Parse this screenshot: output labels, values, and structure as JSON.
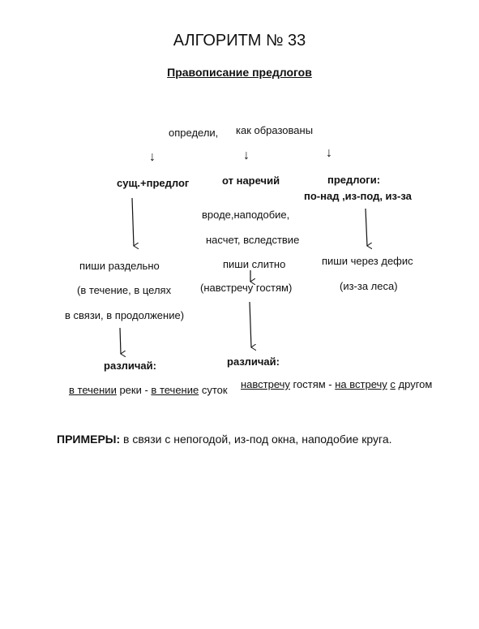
{
  "title": "АЛГОРИТМ № 33",
  "subtitle": "Правописание предлогов",
  "prompt": {
    "part1": "определи,",
    "part2": "как образованы"
  },
  "columns": [
    {
      "heading": "сущ.+предлог",
      "rule": "пиши раздельно",
      "example_line1": "(в течение, в целях",
      "example_line2": "в связи, в продолжение)",
      "distinguish": "различай:",
      "contrast": {
        "a": "в течении",
        "b": " реки - ",
        "c": "в течение",
        "d": " суток"
      }
    },
    {
      "heading": "от наречий",
      "words_line1": "вроде,наподобие,",
      "words_line2": "насчет, вследствие",
      "rule": "пиши слитно",
      "example": "(навстречу гостям)",
      "distinguish": "различай:",
      "contrast": {
        "a": "навстречу",
        "b": " гостям - ",
        "c": "на встречу",
        "d": " ",
        "e": "с",
        "f": " другом"
      }
    },
    {
      "heading_line1": "предлоги:",
      "heading_line2": "по-над ,из-под, из-за",
      "rule": "пиши через дефис",
      "example": "(из-за леса)"
    }
  ],
  "examples": {
    "label": "ПРИМЕРЫ:",
    "text": " в связи с непогодой, из-под окна, наподобие круга."
  }
}
